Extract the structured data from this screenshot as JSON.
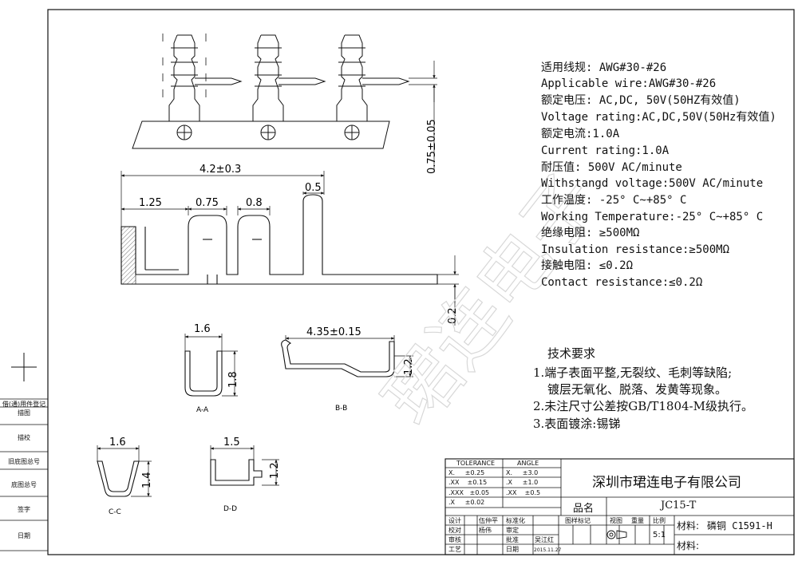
{
  "dimensions": {
    "d_075": "0.75±0.05",
    "d_42": "4.2±0.3",
    "d_125": "1.25",
    "d_075b": "0.75",
    "d_08": "0.8",
    "d_05": "0.5",
    "d_02": "0.2",
    "aa_w": "1.6",
    "aa_h": "1.8",
    "bb_w": "4.35±0.15",
    "bb_h": "1.2",
    "cc_w": "1.6",
    "cc_h": "1.4",
    "dd_w": "1.5",
    "dd_h": "1.2"
  },
  "section_labels": {
    "aa": "A-A",
    "bb": "B-B",
    "cc": "C-C",
    "dd": "D-D"
  },
  "specs": [
    "适用线规: AWG#30-#26",
    "Applicable wire:AWG#30-#26",
    "额定电压: AC,DC, 50V(50HZ有效值)",
    "Voltage rating:AC,DC,50V(50Hz有效值)",
    "额定电流:1.0A",
    "Current rating:1.0A",
    "耐压值: 500V AC/minute",
    "Withstangd voltage:500V AC/minute",
    "工作温度: -25° C~+85° C",
    "Working Temperature:-25° C~+85° C",
    "绝缘电阻: ≥500MΩ",
    "Insulation resistance:≥500MΩ",
    "接触电阻: ≤0.2Ω",
    "Contact resistance:≤0.2Ω"
  ],
  "requirements": {
    "title": "技术要求",
    "items": [
      "1.端子表面平整,无裂纹、毛刺等缺陷;",
      "镀层无氧化、脱落、发黄等现象。",
      "2.未注尺寸公差按GB/T1804-M级执行。",
      "3.表面镀涂:锡锑"
    ]
  },
  "watermark": "珺连电子",
  "title_block": {
    "tolerance_header": "TOLERANCE",
    "angle_header": "ANGLE",
    "tolerances": [
      "X.     ±0.25",
      ".XX    ±0.15",
      ".XXX   ±0.05",
      ".X     ±0.02"
    ],
    "angles": [
      "X.     ±3.0",
      ".X     ±1.0",
      ".XX    ±0.5"
    ],
    "company": "深圳市珺连电子有限公司",
    "part_label": "品名",
    "part_name": "JC15-T",
    "material_label": "材料:",
    "material": "磷铜 C1591-H",
    "material_label2": "材料:",
    "scale": "5:1",
    "col_headers": [
      "图样标记",
      "视图",
      "重量",
      "比例"
    ],
    "rows": [
      {
        "role": "设计",
        "name": "伍仲平",
        "role2": "标准化",
        "name2": ""
      },
      {
        "role": "校对",
        "name": "杨伟",
        "role2": "审定",
        "name2": ""
      },
      {
        "role": "审核",
        "name": "",
        "role2": "批准",
        "name2": "吴江红"
      },
      {
        "role": "工艺",
        "name": "",
        "role2": "日期",
        "name2": "2015.11.27"
      }
    ]
  },
  "side_labels": [
    "借(通)用件登记",
    "描图",
    "描校",
    "旧底图总号",
    "底图总号",
    "签字",
    "日期"
  ]
}
